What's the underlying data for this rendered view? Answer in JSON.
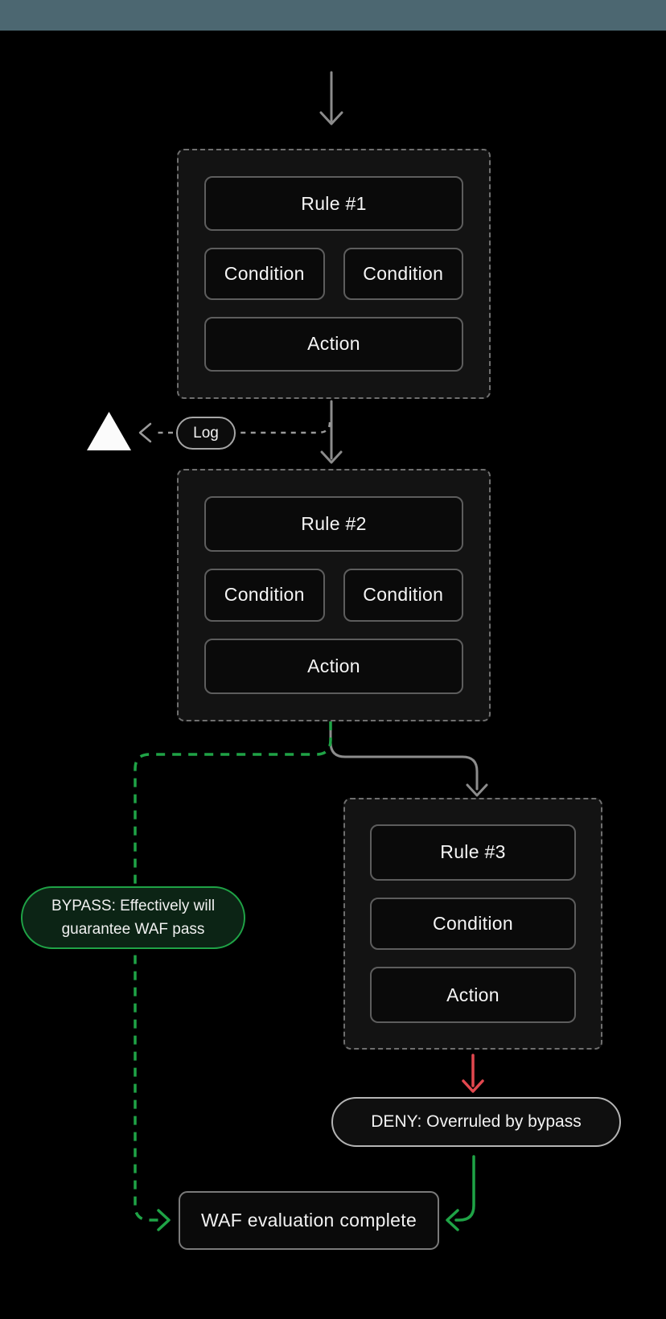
{
  "colors": {
    "top_bar": "#4c6771",
    "background": "#000000",
    "container_fill": "#131313",
    "container_dashed_border": "#6f6f6f",
    "node_fill": "#0a0a0a",
    "node_border": "#5d5d5d",
    "gray_connector": "#8c8c8c",
    "green_accent": "#1fa346",
    "bypass_fill": "#0c2415",
    "red_accent": "#e2484f",
    "text": "#f2f2f2",
    "triangle_marker": "#fbfbfb"
  },
  "diagram": {
    "rules": [
      {
        "title": "Rule #1",
        "conditions": [
          "Condition",
          "Condition"
        ],
        "action": "Action"
      },
      {
        "title": "Rule #2",
        "conditions": [
          "Condition",
          "Condition"
        ],
        "action": "Action"
      },
      {
        "title": "Rule #3",
        "conditions": [
          "Condition"
        ],
        "action": "Action"
      }
    ],
    "log": {
      "label": "Log",
      "marker_icon": "triangle-icon"
    },
    "bypass": {
      "line1": "BYPASS: Effectively will",
      "line2": "guarantee WAF pass"
    },
    "deny": {
      "label": "DENY: Overruled by bypass"
    },
    "complete": {
      "label": "WAF evaluation complete"
    }
  }
}
